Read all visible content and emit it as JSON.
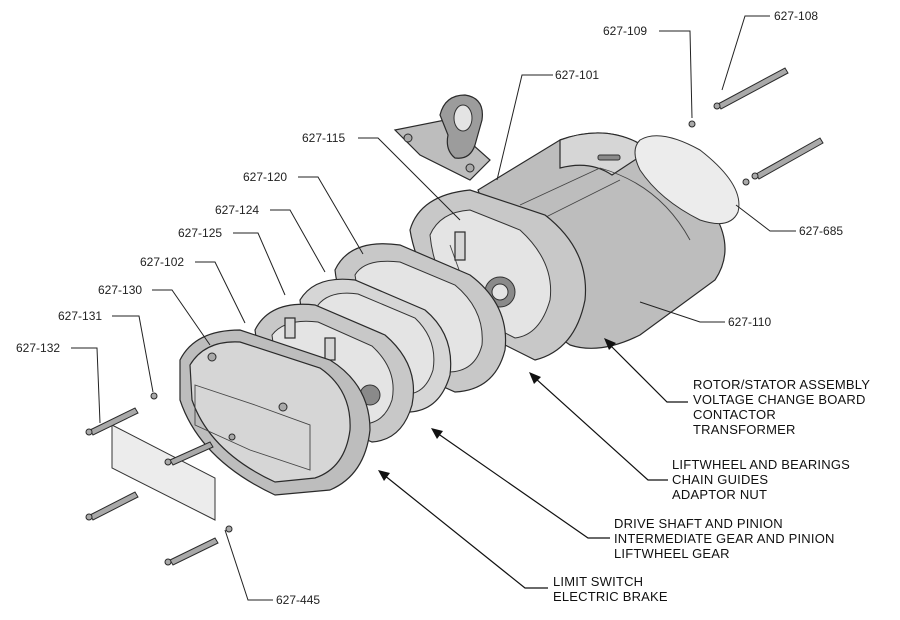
{
  "part_numbers": {
    "p101": "627-101",
    "p102": "627-102",
    "p108": "627-108",
    "p109": "627-109",
    "p110": "627-110",
    "p115": "627-115",
    "p120": "627-120",
    "p124": "627-124",
    "p125": "627-125",
    "p130": "627-130",
    "p131": "627-131",
    "p132": "627-132",
    "p445": "627-445",
    "p685": "627-685"
  },
  "callout_groups": {
    "rotor": [
      "ROTOR/STATOR ASSEMBLY",
      "VOLTAGE CHANGE BOARD",
      "CONTACTOR",
      "TRANSFORMER"
    ],
    "liftwheel": [
      "LIFTWHEEL AND BEARINGS",
      "CHAIN GUIDES",
      "ADAPTOR NUT"
    ],
    "drive": [
      "DRIVE SHAFT AND PINION",
      "INTERMEDIATE GEAR AND PINION",
      "LIFTWHEEL GEAR"
    ],
    "brake": [
      "LIMIT SWITCH",
      "ELECTRIC BRAKE"
    ]
  }
}
